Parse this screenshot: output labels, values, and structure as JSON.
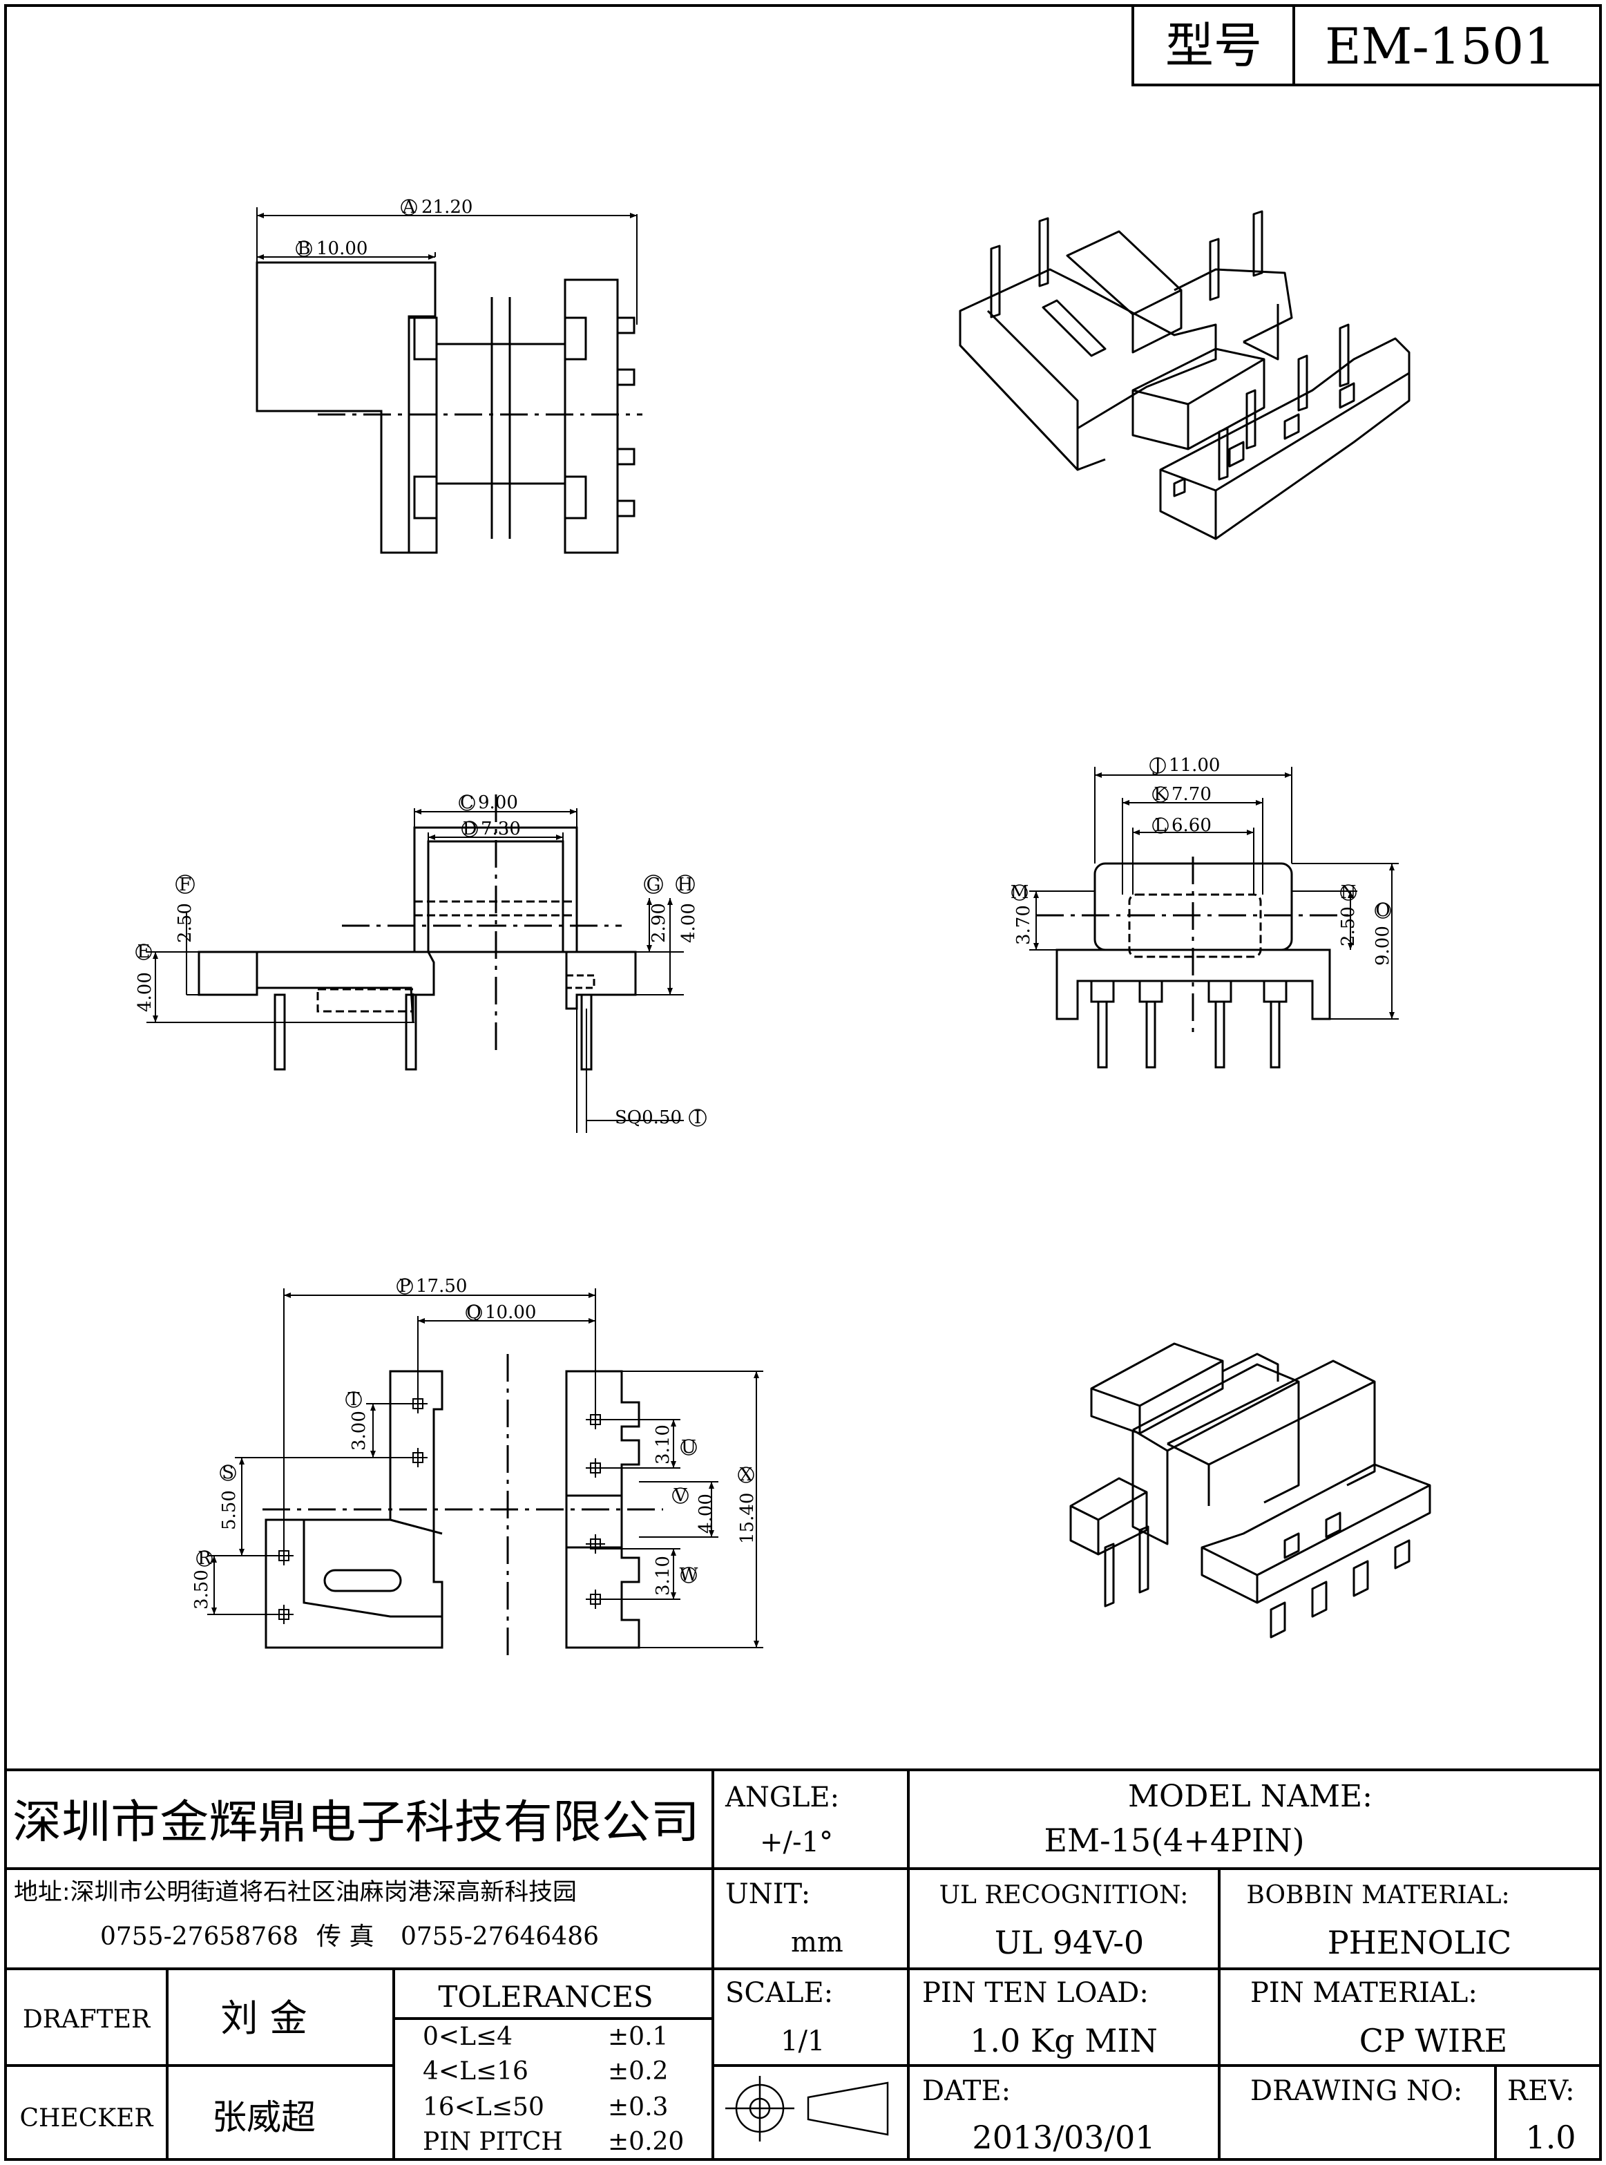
{
  "header": {
    "model_label": "型号",
    "model_value": "EM-1501"
  },
  "dimensions": {
    "A": "21.20",
    "B": "10.00",
    "C": "9.00",
    "D": "7.30",
    "E": "4.00",
    "F": "2.50",
    "G": "2.90",
    "H": "4.00",
    "I": "SQ0.50",
    "J": "11.00",
    "K": "7.70",
    "L": "6.60",
    "M": "3.70",
    "N": "2.50",
    "O": "9.00",
    "P": "17.50",
    "Q": "10.00",
    "R": "3.50",
    "S": "5.50",
    "T": "3.00",
    "U": "3.10",
    "V": "4.00",
    "W": "3.10",
    "X": "15.40"
  },
  "title_block": {
    "company": "深圳市金辉鼎电子科技有限公司",
    "address": "地址:深圳市公明街道将石社区油麻岗港深高新科技园",
    "tel": "0755-27658768",
    "fax_label": "传 真",
    "fax": "0755-27646486",
    "angle_label": "ANGLE:",
    "angle_value": "+/-1°",
    "model_name_label": "MODEL NAME:",
    "model_name_value": "EM-15(4+4PIN)",
    "unit_label": "UNIT:",
    "unit_value": "mm",
    "ul_label": "UL RECOGNITION:",
    "ul_value": "UL 94V-0",
    "bobbin_label": "BOBBIN MATERIAL:",
    "bobbin_value": "PHENOLIC",
    "drafter_label": "DRAFTER",
    "drafter_value": "刘  金",
    "checker_label": "CHECKER",
    "checker_value": "张威超",
    "tolerances_label": "TOLERANCES",
    "tolerances": [
      {
        "range": "0<L≤4",
        "value": "±0.1"
      },
      {
        "range": "4<L≤16",
        "value": "±0.2"
      },
      {
        "range": "16<L≤50",
        "value": "±0.3"
      },
      {
        "range": "PIN PITCH",
        "value": "±0.20"
      }
    ],
    "scale_label": "SCALE:",
    "scale_value": "1/1",
    "pin_load_label": "PIN TEN LOAD:",
    "pin_load_value": "1.0 Kg MIN",
    "pin_material_label": "PIN MATERIAL:",
    "pin_material_value": "CP WIRE",
    "date_label": "DATE:",
    "date_value": "2013/03/01",
    "drawing_no_label": "DRAWING NO:",
    "rev_label": "REV:",
    "rev_value": "1.0"
  }
}
